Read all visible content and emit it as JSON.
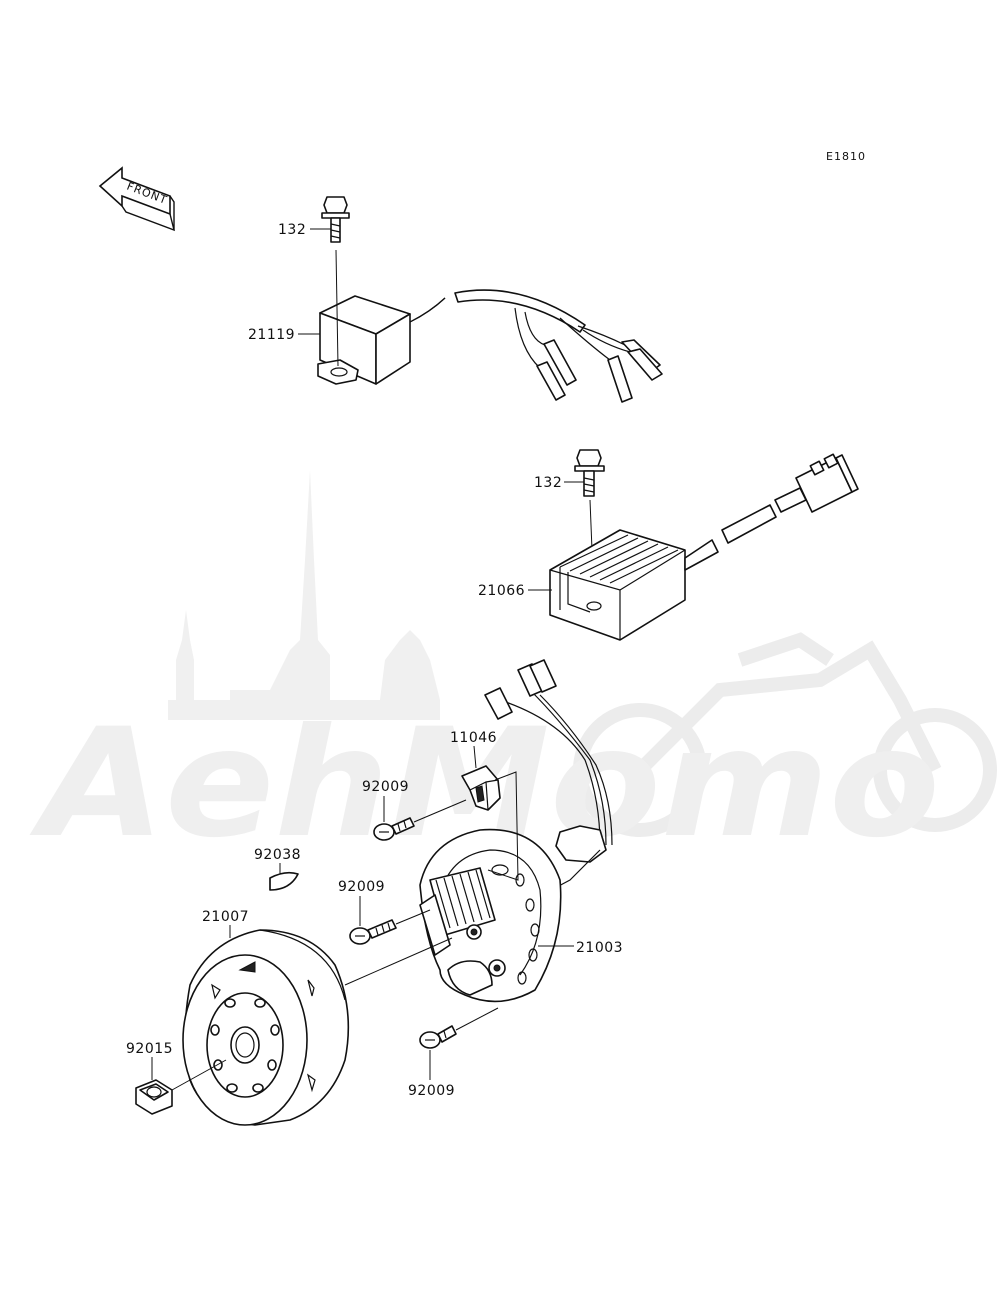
{
  "diagram_code": "E1810",
  "front_arrow_text": "FRONT",
  "watermark": {
    "text": "AehMomo",
    "color": "#efefef"
  },
  "labels": {
    "bolt_cdi": "132",
    "cdi_unit": "21119",
    "bolt_regulator": "132",
    "regulator": "21066",
    "pickup_coil": "11046",
    "screw_pickup": "92009",
    "woodruff_key": "92038",
    "screw_stator_left": "92009",
    "flywheel": "21007",
    "stator": "21003",
    "nut": "92015",
    "screw_stator_bottom": "92009"
  }
}
